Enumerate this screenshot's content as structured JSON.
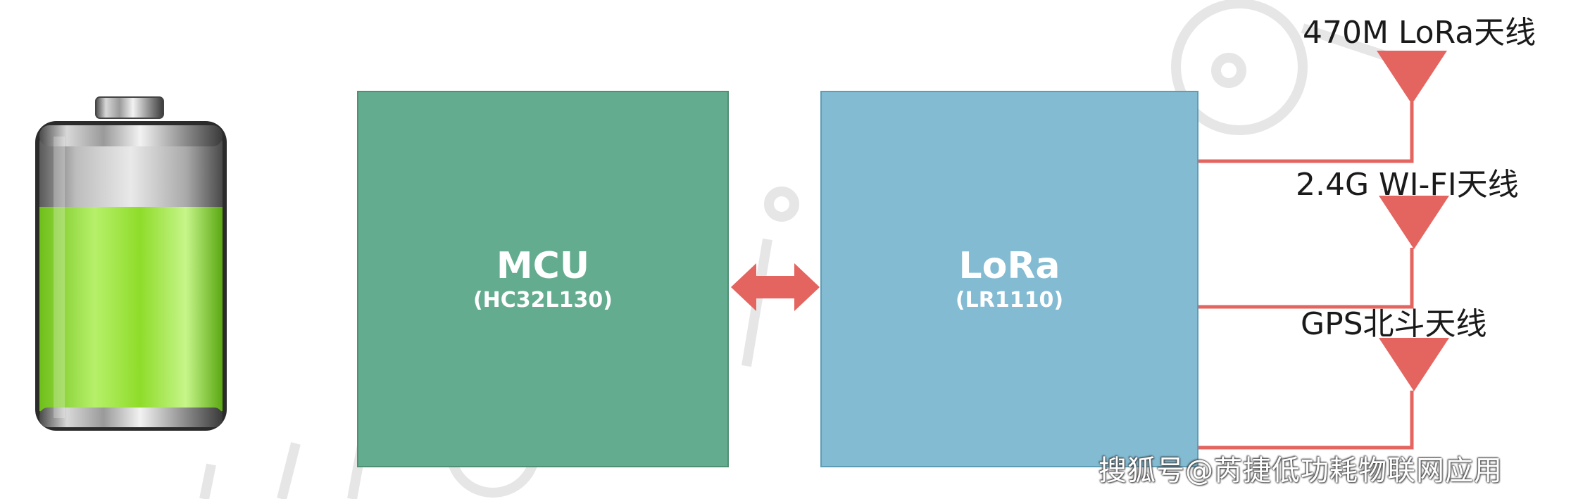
{
  "blocks": {
    "mcu": {
      "title": "MCU",
      "subtitle": "(HC32L130)"
    },
    "lora": {
      "title": "LoRa",
      "subtitle": "(LR1110)"
    }
  },
  "antennas": [
    {
      "label": "470M LoRa天线"
    },
    {
      "label": "2.4G WI-FI天线"
    },
    {
      "label": "GPS北斗天线"
    }
  ],
  "watermark": {
    "text": "搜狐号@芮捷低功耗物联网应用"
  },
  "colors": {
    "mcu": "#64ac8f",
    "lora": "#82bbd2",
    "connector": "#e4645f",
    "battery_charge": "#9be23c"
  },
  "icons": [
    "battery-icon",
    "double-arrow-icon",
    "antenna-icon"
  ]
}
